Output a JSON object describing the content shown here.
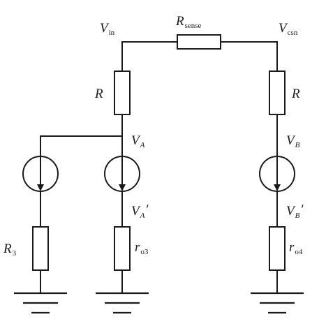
{
  "labels": {
    "vin": {
      "main": "V",
      "sub": "in"
    },
    "vcsn": {
      "main": "V",
      "sub": "csn"
    },
    "rsense": {
      "main": "R",
      "sub": "sense"
    },
    "r_left": {
      "main": "R"
    },
    "r_right": {
      "main": "R"
    },
    "va": {
      "main": "V",
      "sub": "A"
    },
    "vb": {
      "main": "V",
      "sub": "B"
    },
    "va_prime": {
      "main": "V",
      "sub": "A",
      "prime": "′"
    },
    "vb_prime": {
      "main": "V",
      "sub": "B",
      "prime": "′"
    },
    "r3": {
      "main": "R",
      "sub": "3"
    },
    "ro3": {
      "main": "r",
      "sub": "o3"
    },
    "ro4": {
      "main": "r",
      "sub": "o4"
    }
  }
}
